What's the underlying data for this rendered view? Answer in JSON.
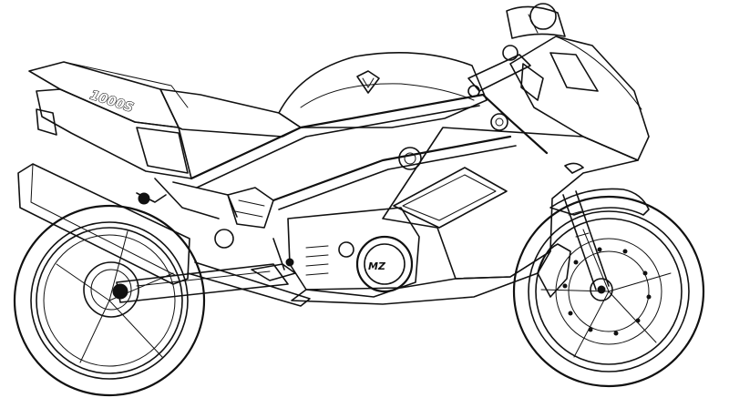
{
  "image": {
    "subject": "motorcycle",
    "style": "line-art",
    "background": "#ffffff",
    "ink": "#111111"
  },
  "decals": {
    "tail_script": "1000S",
    "engine_badge": "MZ"
  }
}
